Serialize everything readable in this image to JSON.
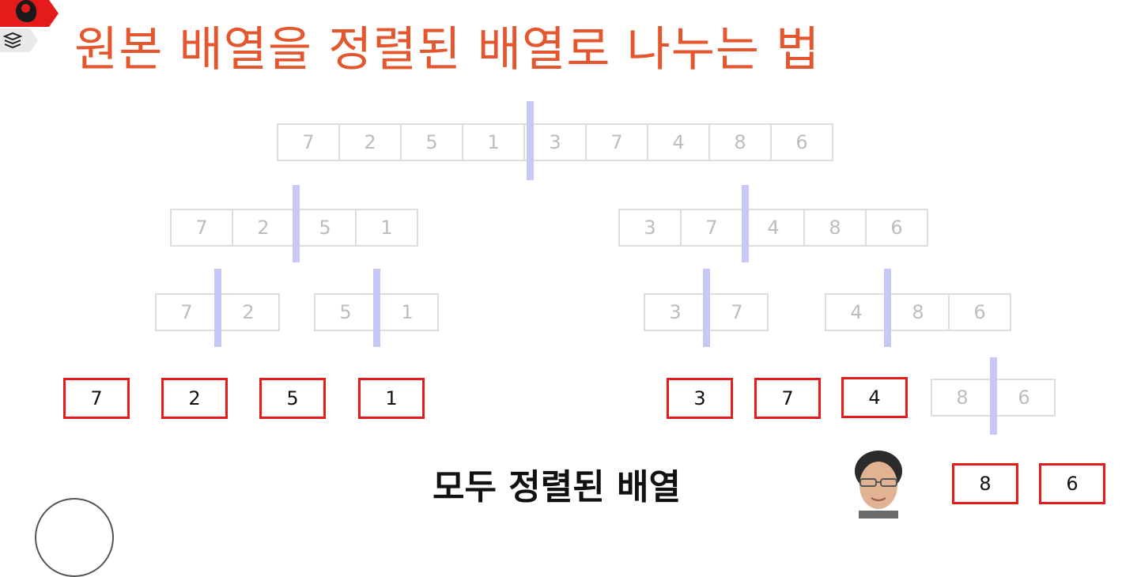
{
  "title": "원본 배열을 정렬된 배열로 나누는 법",
  "caption": "모두 정렬된 배열",
  "colors": {
    "title": "#e4572e",
    "leaf_border": "#e51b1b",
    "split_divider": "#c7c8f5",
    "faded_cell_border": "#dddddd",
    "faded_text": "#bdbdbd"
  },
  "levels": {
    "root": [
      "7",
      "2",
      "5",
      "1",
      "3",
      "7",
      "4",
      "8",
      "6"
    ],
    "left_half": [
      "7",
      "2",
      "5",
      "1"
    ],
    "right_half": [
      "3",
      "7",
      "4",
      "8",
      "6"
    ],
    "left_left": [
      "7",
      "2"
    ],
    "left_right": [
      "5",
      "1"
    ],
    "right_left": [
      "3",
      "7"
    ],
    "right_right": [
      "4",
      "8",
      "6"
    ],
    "right_right_pair": [
      "8",
      "6"
    ]
  },
  "sorted_leaves": {
    "row1": [
      "7",
      "2",
      "5",
      "1",
      "3",
      "7",
      "4"
    ],
    "row2": [
      "8",
      "6"
    ]
  },
  "icons": [
    "brain-logo-icon",
    "books-icon",
    "presenter-face"
  ]
}
